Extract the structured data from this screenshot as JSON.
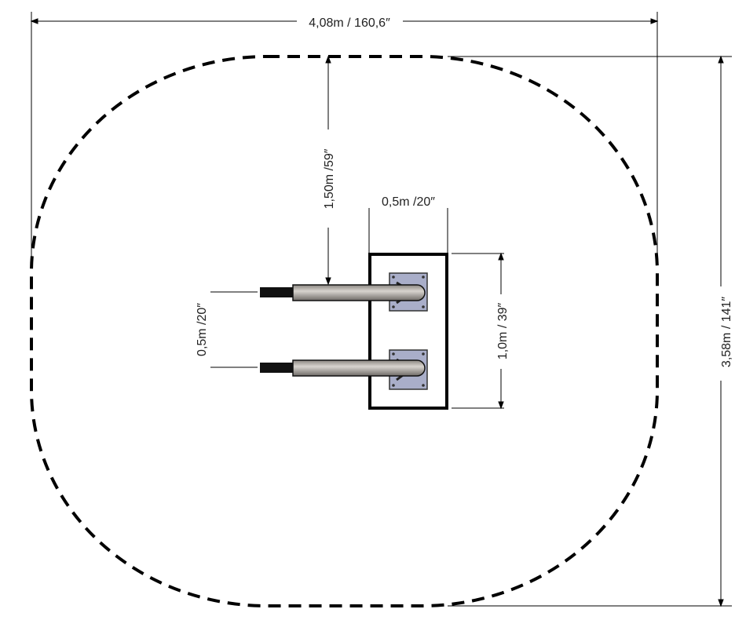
{
  "dimensions": {
    "overall_width": "4,08m / 160,6″",
    "overall_depth": "3,58m / 141″",
    "clearance": "1,50m /59″",
    "frame_width": "0,5m /20″",
    "frame_length": "1,0m / 39″",
    "bar_spacing": "0,5m /20″"
  },
  "colors": {
    "line": "#000000",
    "plate": "#a9aec9",
    "tube": "#b8b3ad"
  }
}
